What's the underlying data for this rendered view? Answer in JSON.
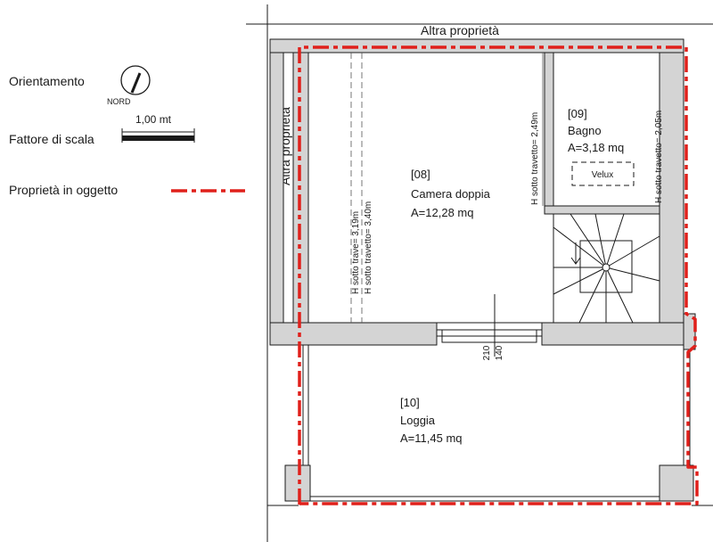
{
  "legend": {
    "orientation_label": "Orientamento",
    "north_label": "NORD",
    "scale_value": "1,00 mt",
    "scale_label": "Fattore di scala",
    "property_label": "Proprietà in oggetto"
  },
  "neighbors": {
    "top": "Altra proprietà",
    "left": "Altra proprietà"
  },
  "rooms": [
    {
      "code": "[08]",
      "name": "Camera doppia",
      "area": "A=12,28 mq"
    },
    {
      "code": "[09]",
      "name": "Bagno",
      "area": "A=3,18 mq"
    },
    {
      "code": "[10]",
      "name": "Loggia",
      "area": "A=11,45 mq"
    }
  ],
  "annotations": {
    "beam_height": "H sotto trave= 3,19m",
    "joist_height_camera": "H sotto travetto= 3,40m",
    "joist_height_bath_left": "H sotto travetto= 2,49m",
    "joist_height_bath_right": "H sotto travetto= 2,05m",
    "skylight": "Velux",
    "door_width": "140",
    "door_height": "210"
  },
  "colors": {
    "wall_fill": "#d4d4d4",
    "line": "#1a1a1a",
    "property_boundary": "#e0201b"
  }
}
